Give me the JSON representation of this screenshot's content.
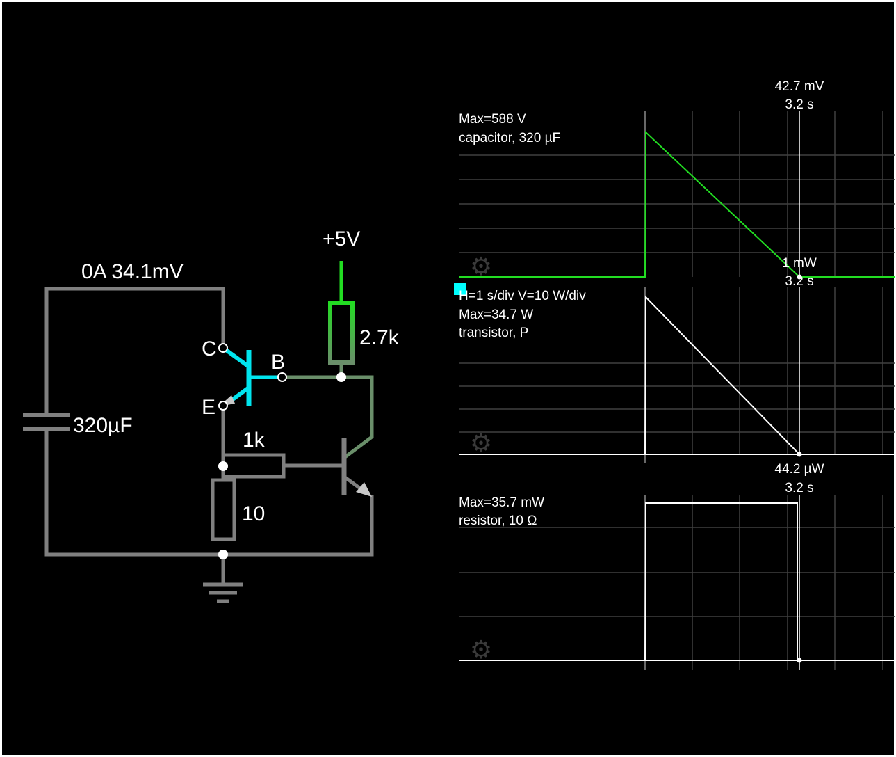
{
  "circuit": {
    "supply_label": "+5V",
    "meter_label": "0A 34.1mV",
    "capacitor_label": "320µF",
    "r_collector_label": "2.7k",
    "r_base_label": "1k",
    "r_emitter_label": "10",
    "pin_c": "C",
    "pin_b": "B",
    "pin_e": "E"
  },
  "scopes": [
    {
      "max_text": "Max=588 V",
      "name_text": "capacitor, 320 µF",
      "cursor_value": "42.7 mV",
      "cursor_time": "3.2 s",
      "trace_color": "#22dd22"
    },
    {
      "scale_text": "H=1 s/div V=10 W/div",
      "max_text": "Max=34.7 W",
      "name_text": "transistor, P",
      "cursor_value": "1 mW",
      "cursor_time": "3.2 s",
      "trace_color": "#ffffff"
    },
    {
      "max_text": "Max=35.7 mW",
      "name_text": "resistor, 10 Ω",
      "cursor_value": "44.2 µW",
      "cursor_time": "3.2 s",
      "trace_color": "#ffffff"
    }
  ],
  "colors": {
    "wire": "#808080",
    "supply": "#22dd22",
    "highlight": "#00e5ee",
    "grid": "#404040",
    "background": "#000000"
  }
}
